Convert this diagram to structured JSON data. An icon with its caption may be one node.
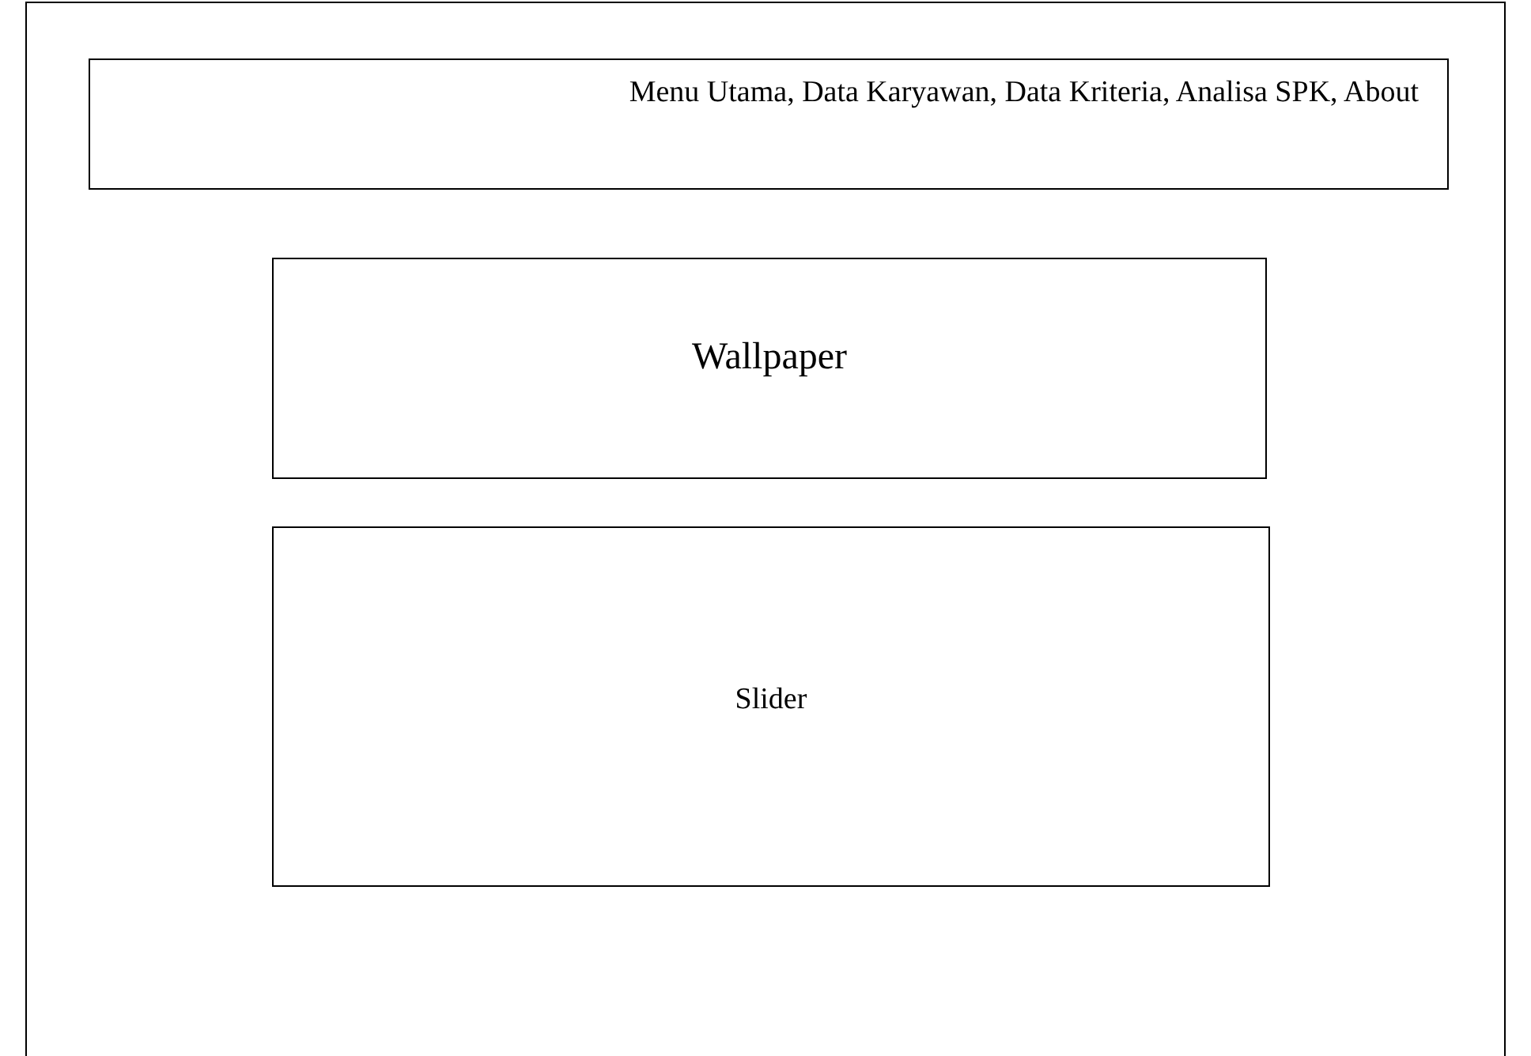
{
  "diagram": {
    "nodes": [
      {
        "text": [],
        "shape": "box"
      },
      {
        "text": [
          "Menu Utama, Data Karyawan, Data Kriteria, Analisa SPK, About"
        ],
        "in": 0
      },
      {
        "text": [
          "Wallpaper"
        ],
        "in": 0
      },
      {
        "text": [
          "Slider"
        ],
        "in": 0
      }
    ]
  }
}
